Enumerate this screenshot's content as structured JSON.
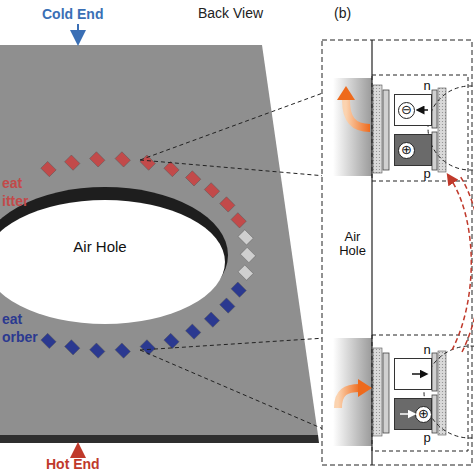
{
  "diagram": {
    "nodes": [
      {
        "text": [
          "Air Hole"
        ]
      },
      {
        "text": [
          "Air Hole"
        ]
      },
      {
        "text": [
          "n",
          "⊖"
        ]
      },
      {
        "text": [
          "⊕",
          "p"
        ]
      },
      {
        "text": [
          "n"
        ]
      },
      {
        "text": [
          "⊕",
          "p"
        ]
      }
    ],
    "labels": [
      "Back View",
      "(b)",
      "Cold End",
      "Hot End",
      "eat",
      "itter",
      "eat",
      "orber"
    ]
  }
}
